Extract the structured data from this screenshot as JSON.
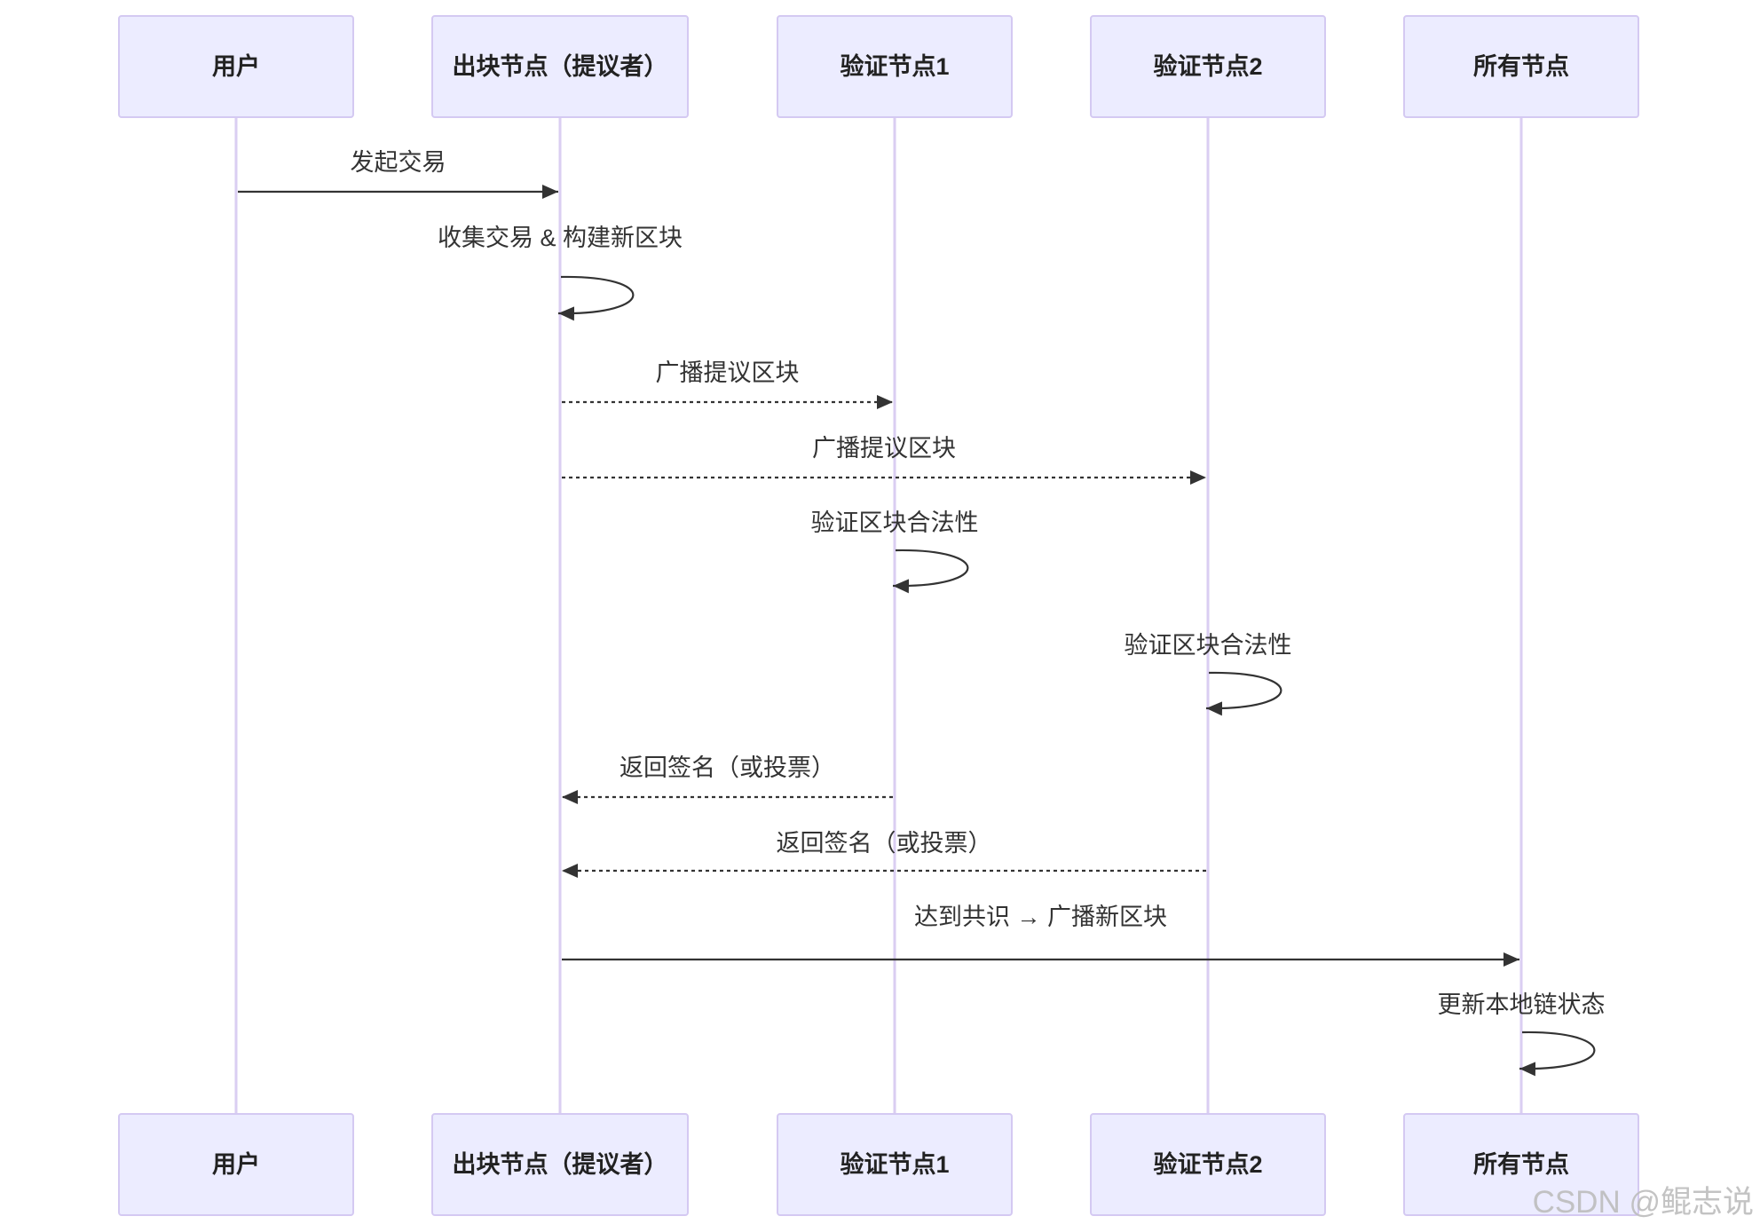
{
  "participants": [
    {
      "label": "用户"
    },
    {
      "label": "出块节点（提议者）"
    },
    {
      "label": "验证节点1"
    },
    {
      "label": "验证节点2"
    },
    {
      "label": "所有节点"
    }
  ],
  "messages": [
    {
      "from": 0,
      "to": 1,
      "text": "发起交易",
      "dashed": false
    },
    {
      "from": 1,
      "to": 1,
      "text": "收集交易 & 构建新区块",
      "dashed": false
    },
    {
      "from": 1,
      "to": 2,
      "text": "广播提议区块",
      "dashed": true
    },
    {
      "from": 1,
      "to": 3,
      "text": "广播提议区块",
      "dashed": true
    },
    {
      "from": 2,
      "to": 2,
      "text": "验证区块合法性",
      "dashed": false
    },
    {
      "from": 3,
      "to": 3,
      "text": "验证区块合法性",
      "dashed": false
    },
    {
      "from": 2,
      "to": 1,
      "text": "返回签名（或投票）",
      "dashed": true
    },
    {
      "from": 3,
      "to": 1,
      "text": "返回签名（或投票）",
      "dashed": true
    },
    {
      "from": 1,
      "to": 4,
      "text": "达到共识 → 广播新区块",
      "dashed": false
    },
    {
      "from": 4,
      "to": 4,
      "text": "更新本地链状态",
      "dashed": false
    }
  ],
  "watermark": "CSDN @鲲志说",
  "colors": {
    "actor_fill": "#ECECFF",
    "actor_border": "#D4C9F2",
    "lifeline": "#DACEF2",
    "message": "#333333"
  }
}
